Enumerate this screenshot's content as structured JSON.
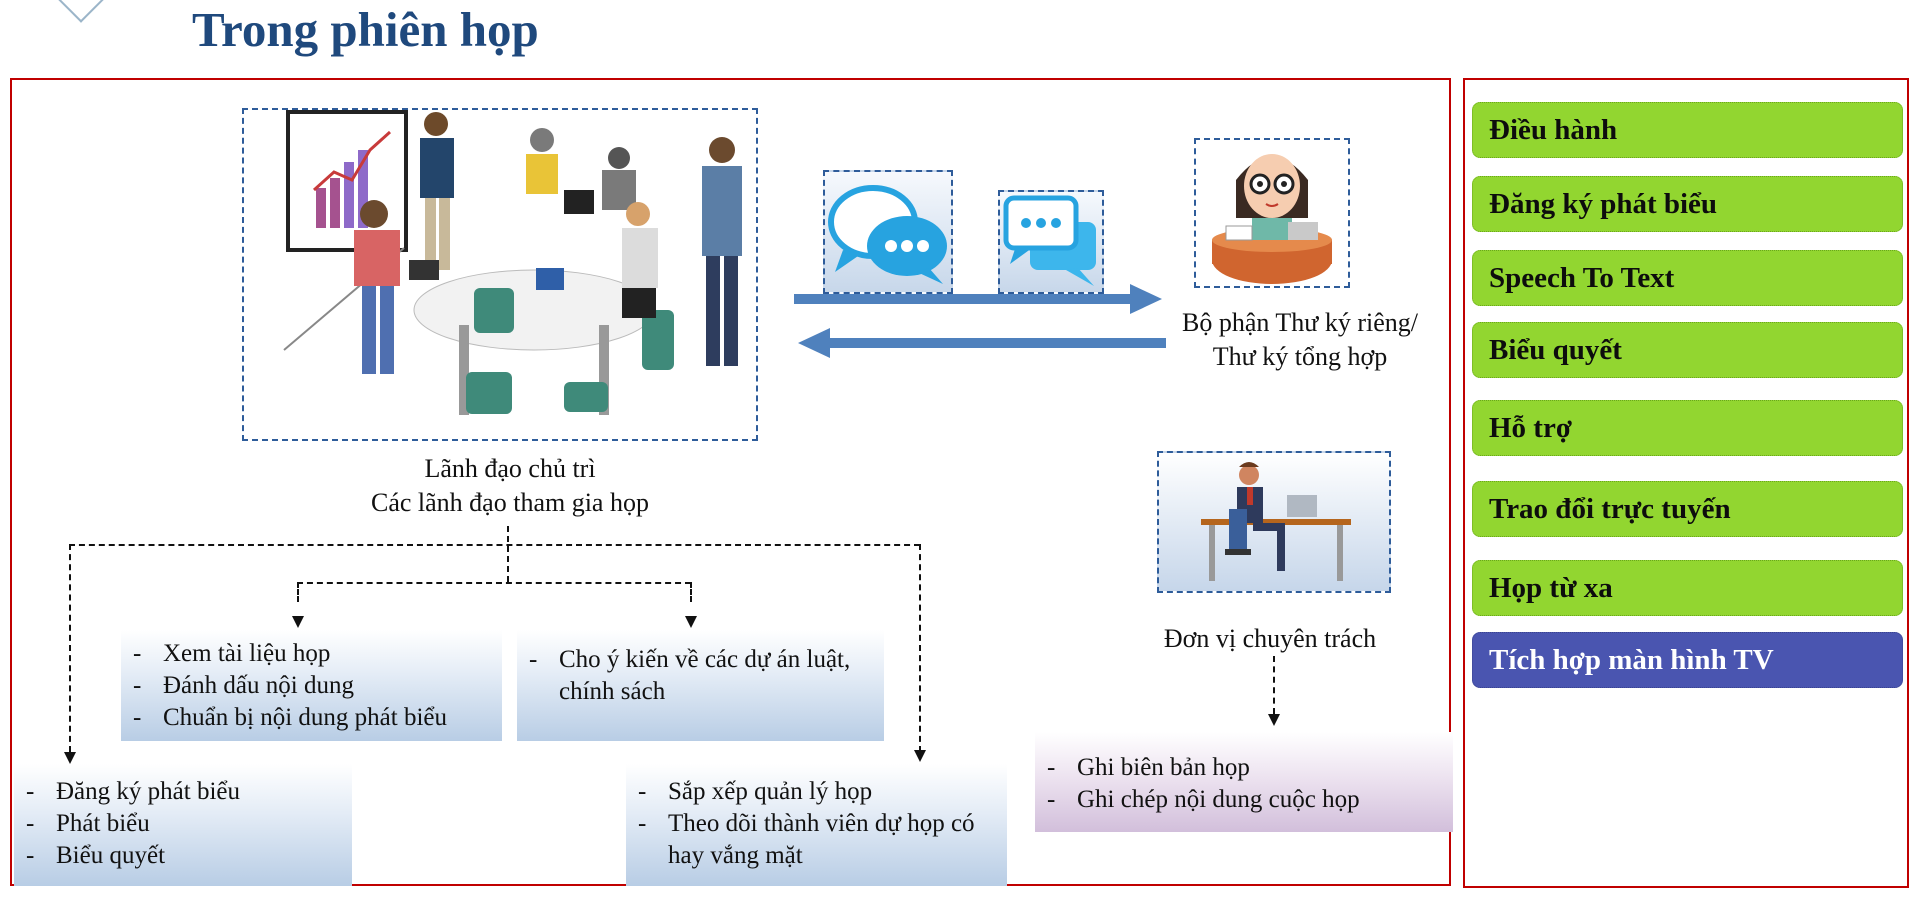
{
  "title": "Trong phiên họp",
  "participants": {
    "leaders_line1": "Lãnh đạo chủ trì",
    "leaders_line2": "Các lãnh đạo tham gia họp",
    "secretary_line1": "Bộ phận Thư ký riêng/",
    "secretary_line2": "Thư ký tổng hợp",
    "specialist_unit": "Đơn vị chuyên trách"
  },
  "boxes": {
    "documents": [
      "Xem tài liệu họp",
      "Đánh dấu nội dung",
      "Chuẩn bị nội dung phát biểu"
    ],
    "opinions": [
      "Cho ý kiến về các dự án luật, chính sách"
    ],
    "speaking": [
      "Đăng ký phát biểu",
      "Phát biểu",
      "Biểu quyết"
    ],
    "management": [
      "Sắp xếp quản lý họp",
      "Theo dõi thành viên dự họp có hay vắng mặt"
    ],
    "minutes": [
      "Ghi biên bản họp",
      "Ghi chép nội dung cuộc họp"
    ]
  },
  "side_menu": [
    "Điều hành",
    "Đăng ký phát biểu",
    "Speech To Text",
    "Biểu quyết",
    "Hỗ trợ",
    "Trao đổi trực tuyến",
    "Họp từ xa",
    "Tích hợp màn hình TV"
  ],
  "icons": {
    "meeting": "meeting-illustration",
    "secretary": "secretary-avatar",
    "specialist": "office-worker-illustration",
    "chat_round": "chat-bubbles-icon",
    "chat_square": "message-bubbles-icon"
  },
  "colors": {
    "title": "#1f497d",
    "frame": "#c00000",
    "menu_green": "#92d630",
    "menu_tv": "#4a55b0",
    "arrow": "#4f81bd"
  }
}
